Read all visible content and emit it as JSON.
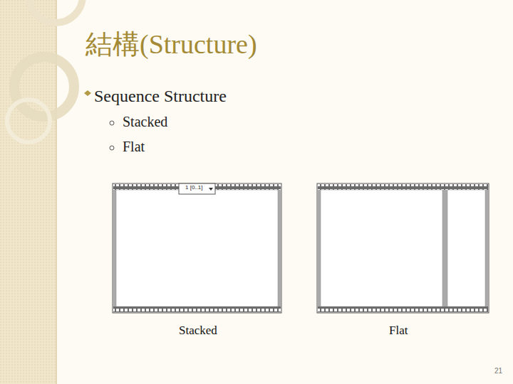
{
  "diagram": {
    "title": "結構(Structure)",
    "labels": [
      "Sequence Structure",
      "Stacked",
      "Flat",
      "1 [0..1]",
      "Stacked",
      "Flat",
      "21"
    ]
  }
}
